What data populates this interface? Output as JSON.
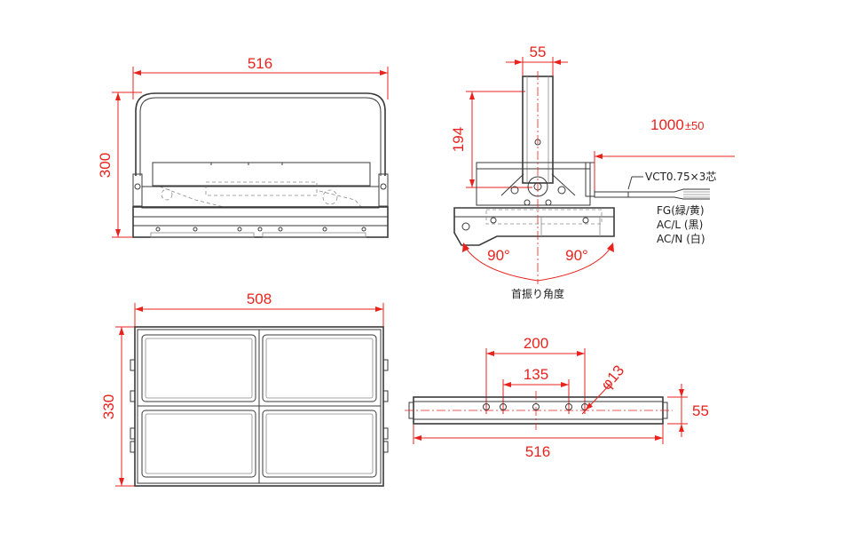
{
  "colors": {
    "dimension": "#e8231e",
    "outline": "#3a3a3a",
    "background": "#ffffff"
  },
  "views": {
    "front": {
      "width_label": "516",
      "height_label": "300"
    },
    "side": {
      "arm_width_label": "55",
      "arm_height_label": "194",
      "cable_length_label": "1000",
      "cable_tolerance_label": "±50",
      "cable_spec_label": "VCT0.75×3芯",
      "wire_fg_label": "FG(緑/黄)",
      "wire_acl_label": "AC/L (黒)",
      "wire_acn_label": "AC/N (白)",
      "angle_left_label": "90°",
      "angle_right_label": "90°",
      "swing_caption": "首振り角度"
    },
    "bottom": {
      "width_label": "508",
      "height_label": "330"
    },
    "bracket": {
      "pitch_outer_label": "200",
      "pitch_inner_label": "135",
      "hole_label": "φ13",
      "length_label": "516",
      "height_label": "55"
    }
  }
}
